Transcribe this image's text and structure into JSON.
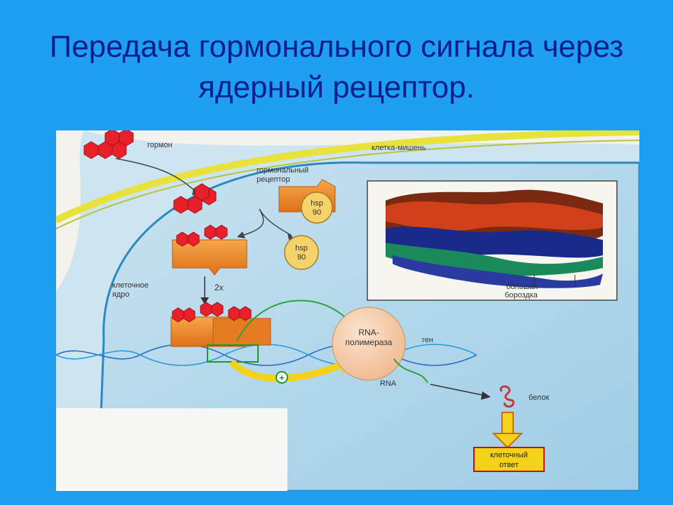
{
  "slide": {
    "title_line1": "Передача гормонального сигнала через",
    "title_line2": "ядерный рецептор."
  },
  "diagram": {
    "hormone": "гормон",
    "target_cell": "клетка-мишень",
    "hormonal_receptor_1": "гормональный",
    "hormonal_receptor_2": "рецептор",
    "hsp": "hsp",
    "hsp_num": "90",
    "dimer": "2x",
    "nucleus_1": "клеточное",
    "nucleus_2": "ядро",
    "rna_pol_1": "RNA-",
    "rna_pol_2": "полимераза",
    "gene": "ген",
    "rna": "RNA",
    "protein": "белок",
    "response_1": "клеточный",
    "response_2": "ответ",
    "groove_1": "большая",
    "groove_2": "бороздка",
    "plus": "+"
  },
  "colors": {
    "background": "#1e9ff2",
    "title": "#0d1f8a",
    "receptor": "#f08a2a",
    "hormone": "#e8202a",
    "membrane": "#e8e23a",
    "nucleus_line": "#2a8ac0",
    "hsp": "#f6d36a",
    "arrow_yellow": "#f4d21a"
  }
}
